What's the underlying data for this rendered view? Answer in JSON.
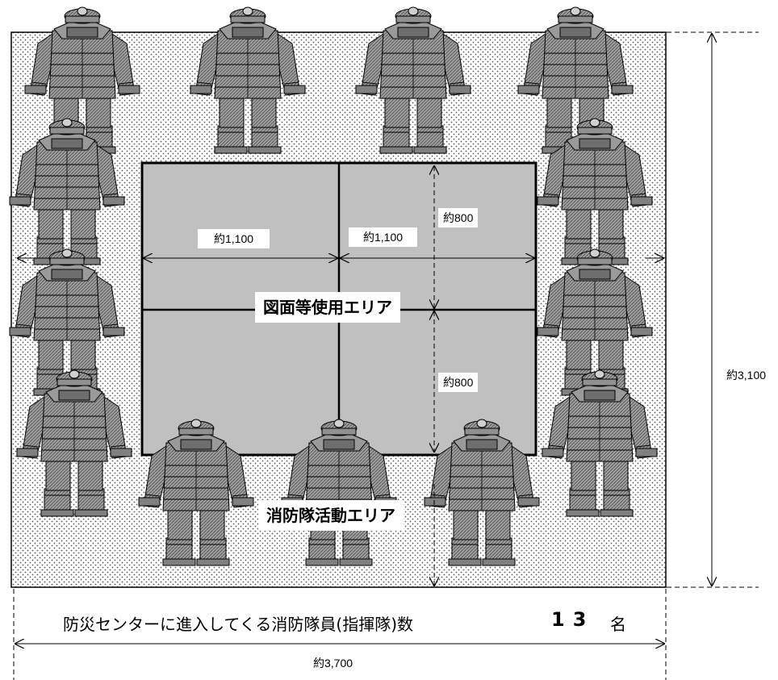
{
  "labels": {
    "grid_w_left": "約1,100",
    "grid_w_right": "約1,100",
    "grid_h_top": "約800",
    "grid_h_bottom": "約800",
    "total_height": "約3,100",
    "total_width": "約3,700"
  },
  "areas": {
    "drawing_area": "図面等使用エリア",
    "activity_area": "消防隊活動エリア"
  },
  "caption": {
    "text": "防災センターに進入してくる消防隊員(指揮隊)数",
    "count": "13",
    "unit": "名"
  },
  "firefighter_count": 13,
  "colors": {
    "dotted_background": "#e6e6e6",
    "table": "#c0c0c0",
    "figure": "#8a8a8a"
  }
}
